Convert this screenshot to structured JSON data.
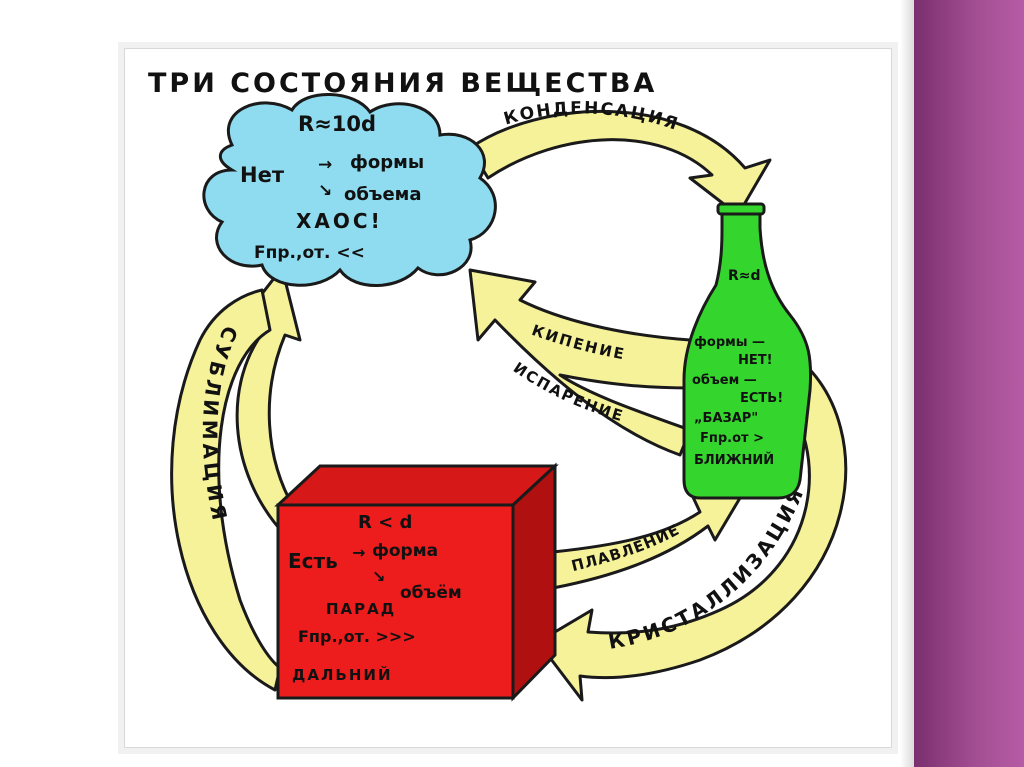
{
  "title": "ТРИ СОСТОЯНИЯ ВЕЩЕСТВА",
  "colors": {
    "cloud": "#8fdcf0",
    "bottle": "#34d62e",
    "cube_front": "#ee1d1d",
    "cube_top": "#d61818",
    "cube_side": "#b01010",
    "arrow": "#f6f29a",
    "panel": "#a24e92"
  },
  "gas": {
    "radius": "R≈10d",
    "line1_left": "Нет",
    "line1_right": "формы",
    "line2_right": "объема",
    "line3": "ХАОС!",
    "force": "Fпр.,от. <<"
  },
  "liquid": {
    "radius": "R≈d",
    "line1": "формы —",
    "line2": "НЕТ!",
    "line3": "объем —",
    "line4": "ЕСТЬ!",
    "line5": "„БАЗАР\"",
    "line6": "Fпр.от >",
    "line7": "БЛИЖНИЙ"
  },
  "solid": {
    "radius": "R < d",
    "line1_left": "Есть",
    "line1_right": "форма",
    "line2_right": "объём",
    "line3": "ПАРАД",
    "line4": "Fпр.,от. >>>",
    "line5": "ДАЛЬНИЙ"
  },
  "arrows": {
    "condensation": "КОНДЕНСАЦИЯ",
    "boiling": "КИПЕНИЕ",
    "evaporation": "ИСПАРЕНИЕ",
    "sublimation": "СУБЛИМАЦИЯ",
    "melting": "ПЛАВЛЕНИЕ",
    "crystallization": "КРИСТАЛЛИЗАЦИЯ"
  }
}
